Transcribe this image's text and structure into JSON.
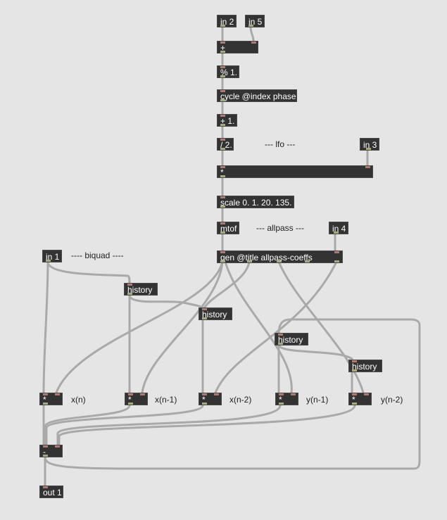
{
  "colors": {
    "background": "#e5e5e5",
    "object_fill": "#333333",
    "object_text": "#ffffff",
    "patch_cord": "#a9a9a9",
    "inlet": "#b07a6e",
    "outlet": "#a7a97a"
  },
  "objects": {
    "in2": "in 2",
    "in5": "in 5",
    "plus": "+",
    "mod": "% 1.",
    "cycle": "cycle @index phase",
    "add1": "+ 1.",
    "div2": "/ 2.",
    "in3": "in 3",
    "mul_lfo": "*",
    "scale": "scale 0. 1. 20. 135.",
    "mtof": "mtof",
    "in4": "in 4",
    "gen": "gen @title allpass-coeffs",
    "in1": "in 1",
    "hist1": "history",
    "hist2": "history",
    "hist3": "history",
    "hist4": "history",
    "mul_xn": "*",
    "mul_xn1": "*",
    "mul_xn2": "*",
    "mul_yn1": "*",
    "mul_yn2": "*",
    "sub": "-",
    "out1": "out 1"
  },
  "comments": {
    "lfo": "--- lfo ---",
    "allpass": "--- allpass ---",
    "biquad": "---- biquad ----",
    "xn": "x(n)",
    "xn1": "x(n-1)",
    "xn2": "x(n-2)",
    "yn1": "y(n-1)",
    "yn2": "y(n-2)"
  }
}
